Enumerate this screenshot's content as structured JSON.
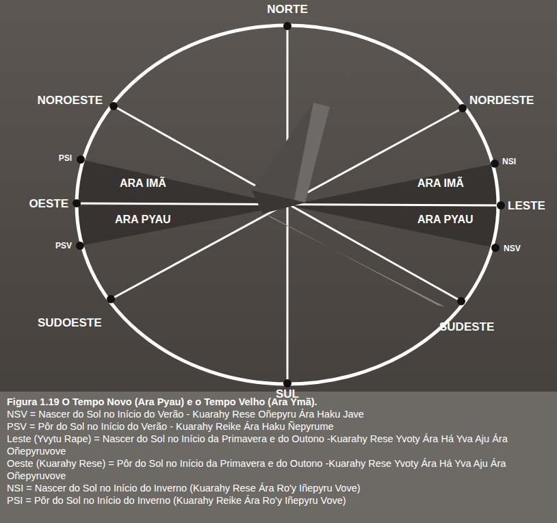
{
  "diagram": {
    "caption": "Figura 1.19 O Tempo Novo (Ara Pyau) e o Tempo Velho (Ara Ymã).",
    "labels": [
      "NORTE",
      "NOROESTE",
      "NORDESTE",
      "PSI",
      "NSI",
      "OESTE",
      "LESTE",
      "PSV",
      "NSV",
      "SUDOESTE",
      "SUDESTE",
      "SUL",
      "ARA IMÃ",
      "ARA IMÃ",
      "ARA PYAU",
      "ARA PYAU",
      "NSV = Nascer do Sol no Início do Verão - Kuarahy Rese Oñepyru Ára Haku Jave",
      "PSV = Pôr do Sol no Início do Verão - Kuarahy Reike Ára Haku Ñepyrume",
      "Leste (Yvytu Rape) = Nascer do Sol no Início da Primavera e do Outono -Kuarahy Rese Yvoty Ára Há Yva Aju Ára Oñepyruvove",
      "Oeste (Kuarahy Rese) = Pôr do Sol no Início da Primavera e do Outono -Kuarahy Rese Yvoty Ára Há Yva Aju Ára Oñepyruvove",
      "NSI = Nascer do Sol no Início do Inverno (Kuarahy Rese Ára Ro'y Iñepyru Vove)",
      "PSI = Pôr do Sol no Início do Inverno (Kuarahy Reike Ára Ro'y Iñepyru Vove)"
    ]
  }
}
